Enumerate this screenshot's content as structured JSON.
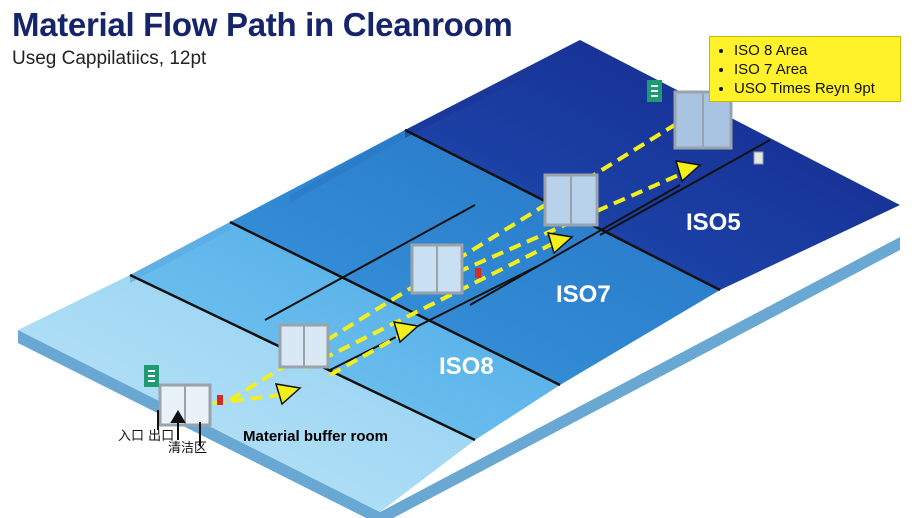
{
  "header": {
    "title": "Material Flow Path in Cleanroom",
    "subtitle": "Useg Cappilatiics, 12pt"
  },
  "legend": {
    "items": [
      "ISO 8 Area",
      "ISO 7 Area",
      "USO Times Reyn  9pt"
    ]
  },
  "zones": {
    "buffer": "Material buffer room",
    "iso8": "ISO8",
    "iso7": "ISO7",
    "iso5": "ISO5"
  },
  "entrance": {
    "left_text": "入口 出口",
    "right_text": "清洁区"
  },
  "colors": {
    "buffer_floor": "#a9dcf5",
    "iso8_floor": "#6cc0ee",
    "iso7_floor": "#2f8fd8",
    "iso5_floor": "#1e3fa8",
    "iso5_deep": "#13247c",
    "flow_arrow": "#f2ef1a",
    "door_frame": "#c4c8cc",
    "exit_sign": "#1f9b74",
    "legend_bg": "#fff12a",
    "title": "#15246b"
  },
  "icons": [
    "exit-sign-icon",
    "flow-arrow-icon",
    "door-icon",
    "alarm-panel-icon",
    "entry-arrow-icon"
  ]
}
